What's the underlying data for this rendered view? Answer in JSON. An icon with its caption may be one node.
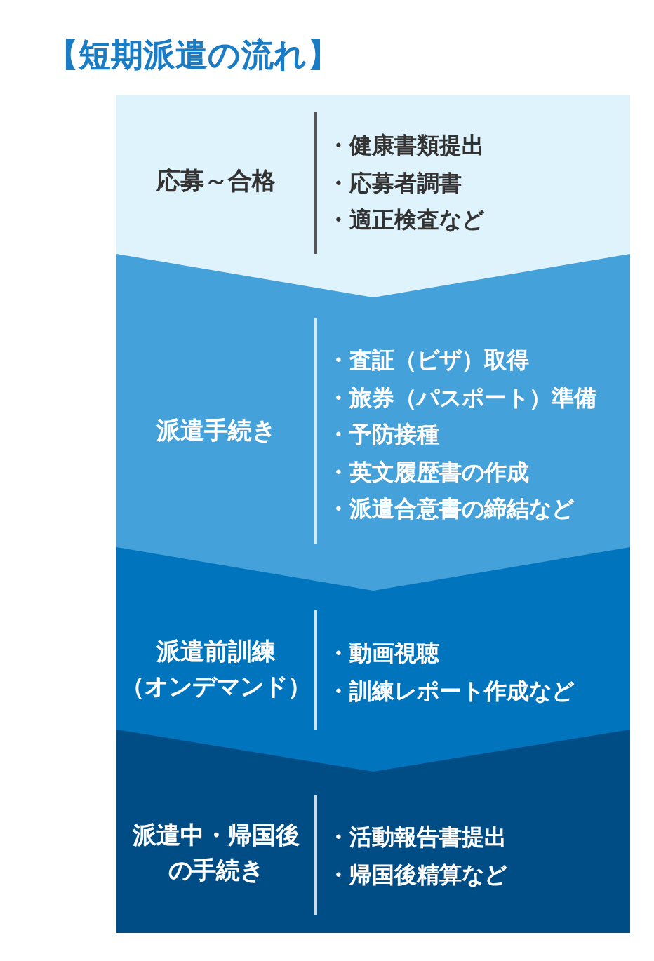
{
  "diagram": {
    "title": "【短期派遣の流れ】",
    "nodes": [
      {
        "text": [
          "応募～合格",
          "・健康書類提出",
          "・応募者調書",
          "・適正検査など"
        ]
      },
      {
        "text": [
          "派遣手続き",
          "・査証（ビザ）取得",
          "・旅券（パスポート）準備",
          "・予防接種",
          "・英文履歴書の作成",
          "・派遣合意書の締結など"
        ]
      },
      {
        "text": [
          "派遣前訓練（オンデマンド）",
          "・動画視聴",
          "・訓練レポート作成など"
        ]
      },
      {
        "text": [
          "派遣中・帰国後の手続き",
          "・活動報告書提出",
          "・帰国後精算など"
        ]
      }
    ]
  }
}
